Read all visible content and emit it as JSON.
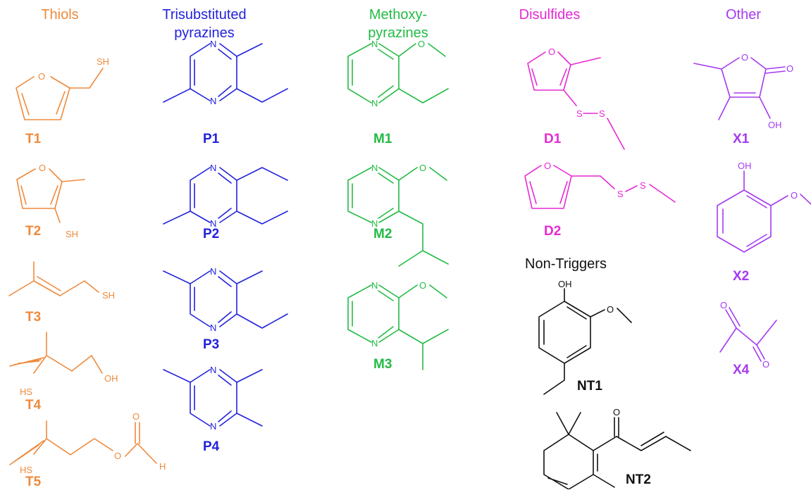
{
  "headers": {
    "thiols": "Thiols",
    "trisubstituted": "Trisubstituted\npyrazines",
    "methoxy": "Methoxy-\npyrazines",
    "disulfides": "Disulfides",
    "other": "Other",
    "non_triggers": "Non-Triggers"
  },
  "labels": {
    "T1": "T1",
    "T2": "T2",
    "T3": "T3",
    "T4": "T4",
    "T5": "T5",
    "P1": "P1",
    "P2": "P2",
    "P3": "P3",
    "P4": "P4",
    "M1": "M1",
    "M2": "M2",
    "M3": "M3",
    "D1": "D1",
    "D2": "D2",
    "X1": "X1",
    "X2": "X2",
    "X4": "X4",
    "NT1": "NT1",
    "NT2": "NT2"
  },
  "atoms": {
    "O": "O",
    "N": "N",
    "SH": "SH",
    "S": "S",
    "OH": "OH",
    "HS": "HS",
    "H": "H"
  },
  "colors": {
    "thiols": "#EE8A3C",
    "pyrazines": "#2222DD",
    "methoxy": "#22BB44",
    "disulfides": "#E62AD4",
    "other": "#A53AF0",
    "non_triggers": "#111111"
  }
}
